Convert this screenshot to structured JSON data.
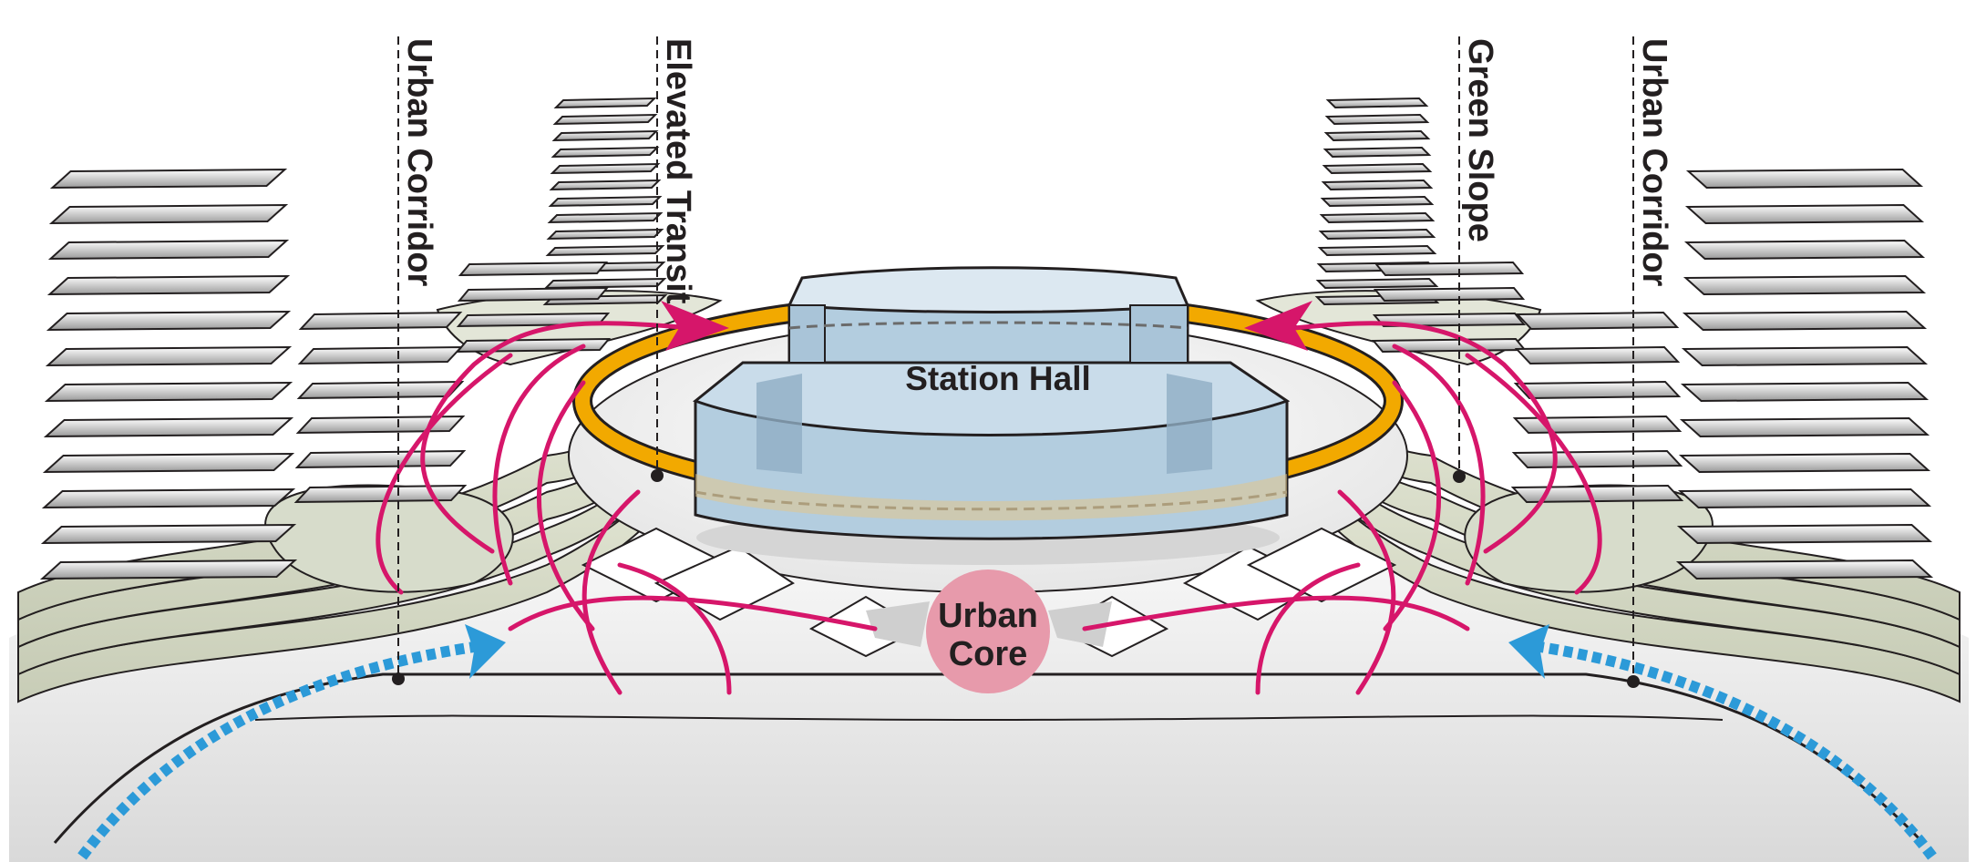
{
  "diagram": {
    "labels": {
      "urban_corridor_left": "Urban Corridor",
      "elevated_transit": "Elevated Transit",
      "green_slope": "Green Slope",
      "urban_corridor_right": "Urban Corridor",
      "station_hall": "Station Hall",
      "urban_core_line1": "Urban",
      "urban_core_line2": "Core"
    },
    "colors": {
      "station_roof": "#c9dcea",
      "station_wall": "#b3cddf",
      "transit_ring": "#f2a900",
      "flow_arrows": "#d6166a",
      "pedestrian_flow": "#2c9ad8",
      "urban_core_circle": "#e79aab",
      "green_terrain": "#d7dccb",
      "outline": "#231f20"
    },
    "icons": {
      "flow": "magenta-flow-arrow",
      "access": "blue-dashed-arrow"
    }
  }
}
